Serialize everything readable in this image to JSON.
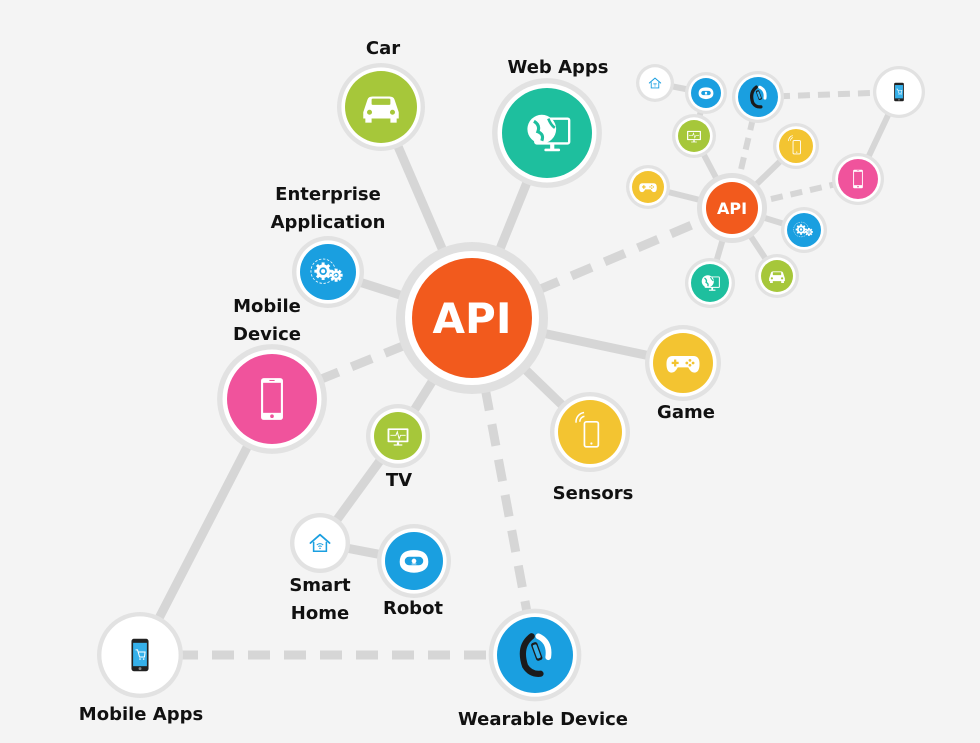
{
  "hub": {
    "label": "API",
    "color": "#f25a1d"
  },
  "mini_hub": {
    "label": "API",
    "color": "#f25a1d"
  },
  "nodes": [
    {
      "id": "car",
      "label_lines": [
        "Car"
      ],
      "color": "#a6c73a",
      "icon": "car-icon"
    },
    {
      "id": "web-apps",
      "label_lines": [
        "Web Apps"
      ],
      "color": "#1ebf9e",
      "icon": "globe-monitor-icon"
    },
    {
      "id": "enterprise-application",
      "label_lines": [
        "Enterprise",
        "Application"
      ],
      "color": "#1a9fe0",
      "icon": "gears-icon"
    },
    {
      "id": "mobile-device",
      "label_lines": [
        "Mobile",
        "Device"
      ],
      "color": "#f0539c",
      "icon": "smartphone-icon"
    },
    {
      "id": "tv",
      "label_lines": [
        "TV"
      ],
      "color": "#a6c73a",
      "icon": "tv-monitor-icon"
    },
    {
      "id": "game",
      "label_lines": [
        "Game"
      ],
      "color": "#f3c431",
      "icon": "gamepad-icon"
    },
    {
      "id": "sensors",
      "label_lines": [
        "Sensors"
      ],
      "color": "#f3c431",
      "icon": "sensor-phone-icon"
    },
    {
      "id": "smart-home",
      "label_lines": [
        "Smart",
        "Home"
      ],
      "color": "#ffffff",
      "icon": "smart-home-icon"
    },
    {
      "id": "robot",
      "label_lines": [
        "Robot"
      ],
      "color": "#1a9fe0",
      "icon": "robot-icon"
    },
    {
      "id": "mobile-apps",
      "label_lines": [
        "Mobile Apps"
      ],
      "color": "#ffffff",
      "icon": "phone-cart-icon"
    },
    {
      "id": "wearable-device",
      "label_lines": [
        "Wearable Device"
      ],
      "color": "#1a9fe0",
      "icon": "wristband-icon"
    }
  ],
  "mini_nodes": [
    {
      "id": "mini-home",
      "color": "#ffffff",
      "icon": "smart-home-icon"
    },
    {
      "id": "mini-robot",
      "color": "#1a9fe0",
      "icon": "robot-icon"
    },
    {
      "id": "mini-wearable",
      "color": "#1a9fe0",
      "icon": "wristband-icon"
    },
    {
      "id": "mini-mobile-app",
      "color": "#ffffff",
      "icon": "phone-cart-icon"
    },
    {
      "id": "mini-tv",
      "color": "#a6c73a",
      "icon": "tv-monitor-icon"
    },
    {
      "id": "mini-sensor",
      "color": "#f3c431",
      "icon": "sensor-phone-icon"
    },
    {
      "id": "mini-phone",
      "color": "#f0539c",
      "icon": "smartphone-icon"
    },
    {
      "id": "mini-game",
      "color": "#f3c431",
      "icon": "gamepad-icon"
    },
    {
      "id": "mini-gears",
      "color": "#1a9fe0",
      "icon": "gears-icon"
    },
    {
      "id": "mini-car",
      "color": "#a6c73a",
      "icon": "car-icon"
    },
    {
      "id": "mini-web",
      "color": "#1ebf9e",
      "icon": "globe-monitor-icon"
    }
  ]
}
